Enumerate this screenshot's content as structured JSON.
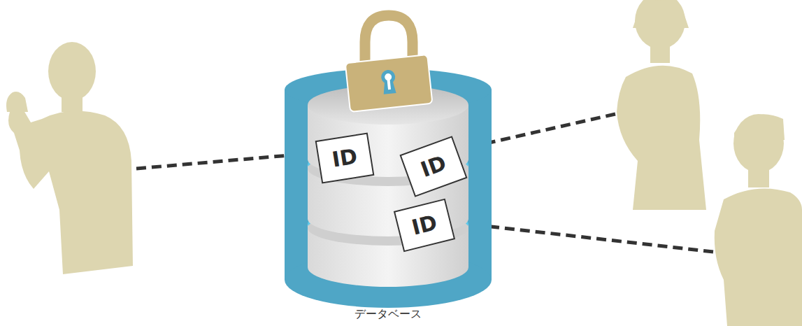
{
  "diagram": {
    "nodes": [
      {
        "text": [
          "データベース"
        ]
      },
      {
        "text": [
          "ID"
        ],
        "in": 0
      },
      {
        "text": [
          "ID"
        ],
        "in": 0
      },
      {
        "text": [
          "ID"
        ],
        "in": 0
      }
    ]
  }
}
